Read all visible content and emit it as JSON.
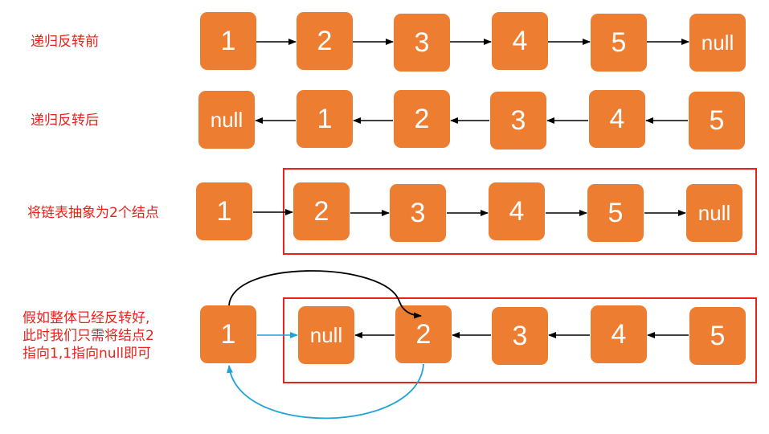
{
  "rows": [
    {
      "label": "递归反转前",
      "nodes": [
        "1",
        "2",
        "3",
        "4",
        "5",
        "null"
      ]
    },
    {
      "label": "递归反转后",
      "nodes": [
        "null",
        "1",
        "2",
        "3",
        "4",
        "5"
      ]
    },
    {
      "label": "将链表抽象为2个结点",
      "nodes": [
        "1",
        "2",
        "3",
        "4",
        "5",
        "null"
      ]
    },
    {
      "label_lines": [
        "假如整体已经反转好,",
        "此时我们只需将结点2",
        "指向1,1指向null即可"
      ],
      "nodes": [
        "1",
        "null",
        "2",
        "3",
        "4",
        "5"
      ]
    }
  ],
  "colors": {
    "node_fill": "#ed7d31",
    "node_text": "#ffffff",
    "label_text": "#e8231c",
    "group_border": "#e8231c",
    "arrow_black": "#000000",
    "arrow_blue": "#1fa3d6"
  }
}
